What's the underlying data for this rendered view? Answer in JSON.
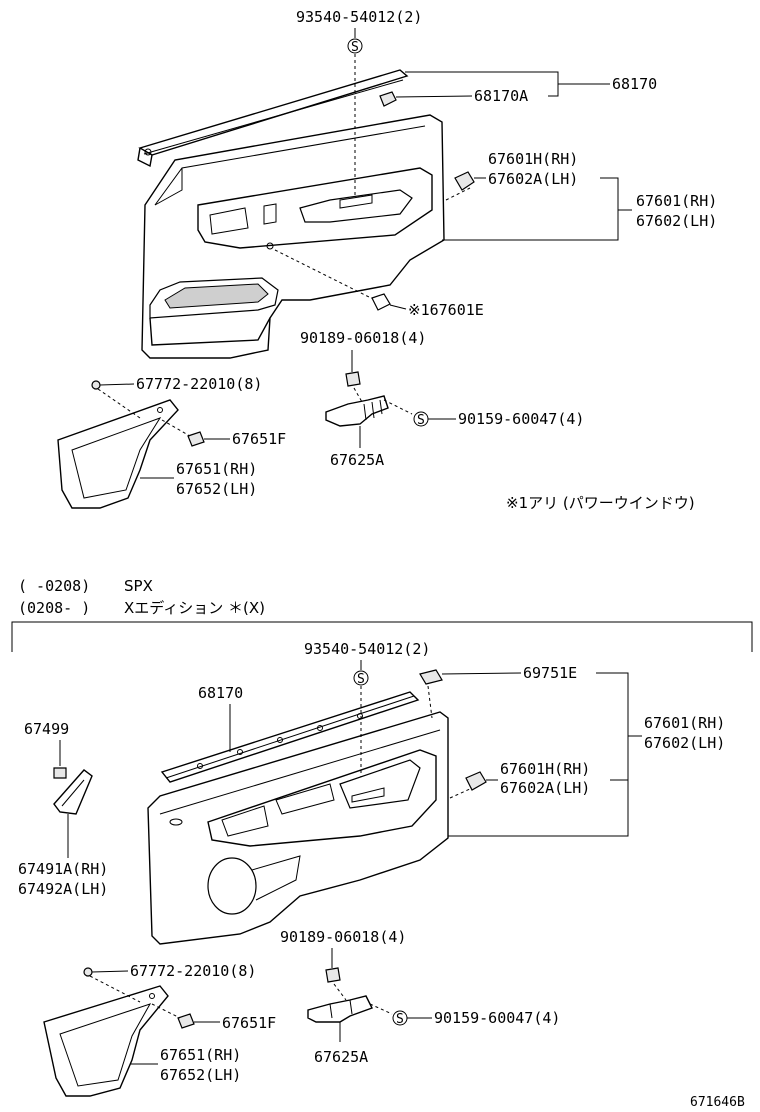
{
  "top": {
    "labels": {
      "screw_top": "93540-54012(2)",
      "p68170": "68170",
      "p68170a": "68170A",
      "p67601h": "67601H(RH)",
      "p67602a": "67602A(LH)",
      "p67601": "67601(RH)",
      "p67602": "67602(LH)",
      "p167601e": "※167601E",
      "p90189": "90189-06018(4)",
      "p67772": "67772-22010(8)",
      "p90159": "90159-60047(4)",
      "p67651f": "67651F",
      "p67625a": "67625A",
      "p67651": "67651(RH)",
      "p67652": "67652(LH)",
      "note": "※1アリ (パワーウインドウ)"
    }
  },
  "section_header": {
    "line1_range": "(     -0208)",
    "line1_text": "SPX",
    "line2_range": "(0208-     )",
    "line2_text": "Xエディション ＊(X)"
  },
  "bottom": {
    "labels": {
      "screw_top": "93540-54012(2)",
      "p69751e": "69751E",
      "p68170": "68170",
      "p67499": "67499",
      "p67601": "67601(RH)",
      "p67602": "67602(LH)",
      "p67601h": "67601H(RH)",
      "p67602a": "67602A(LH)",
      "p67491a": "67491A(RH)",
      "p67492a": "67492A(LH)",
      "p90189": "90189-06018(4)",
      "p67772": "67772-22010(8)",
      "p67651f": "67651F",
      "p90159": "90159-60047(4)",
      "p67651": "67651(RH)",
      "p67652": "67652(LH)",
      "p67625a": "67625A"
    }
  },
  "footer": {
    "drawing_id": "671646B"
  },
  "symbols": {
    "s_mark": "S"
  }
}
